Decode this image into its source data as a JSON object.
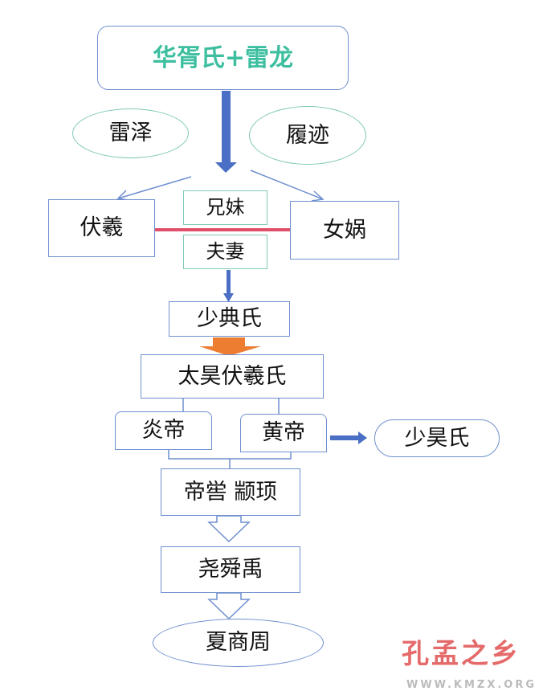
{
  "title": "华胥氏+雷龙",
  "nodes": {
    "leize": "雷泽",
    "lvji": "履迹",
    "fuxi": "伏羲",
    "xiongmei": "兄妹",
    "fuqi": "夫妻",
    "nuwa": "女娲",
    "shaodian": "少典氏",
    "taihao": "太昊伏羲氏",
    "yandi": "炎帝",
    "huangdi": "黄帝",
    "shaohao": "少昊氏",
    "diku": "帝喾 颛顼",
    "yaoshunyu": "尧舜禹",
    "xiashangzhou": "夏商周"
  },
  "watermark": {
    "name": "孔孟之乡",
    "url": "WWW.KMZX.ORG"
  },
  "colors": {
    "title_teal": "#3dbf9f",
    "arrow_blue": "#4a6fc4",
    "arrow_red": "#e0506a",
    "arrow_orange": "#ed7d31"
  }
}
